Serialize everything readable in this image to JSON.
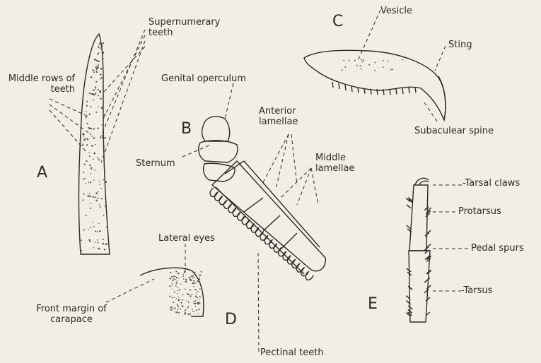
{
  "figure_letters": {
    "a": "A",
    "b": "B",
    "c": "C",
    "d": "D",
    "e": "E"
  },
  "labels": {
    "supernumerary_teeth": "Supernumerary teeth",
    "middle_rows_of_teeth": "Middle rows of teeth",
    "genital_operculum": "Genital operculum",
    "sternum": "Sternum",
    "anterior_lamellae": "Anterior lamellae",
    "middle_lamellae": "Middle lamellae",
    "vesicle": "Vesicle",
    "sting": "Sting",
    "subaculear_spine": "Subaculear spine",
    "tarsal_claws": "-Tarsal claws",
    "protarsus": "Protarsus",
    "pedal_spurs": "Pedal spurs",
    "tarsus": "-Tarsus",
    "lateral_eyes": "Lateral eyes",
    "front_margin_of_carapace": "Front margin of carapace",
    "pectinal_teeth": "Pectinal teeth"
  }
}
